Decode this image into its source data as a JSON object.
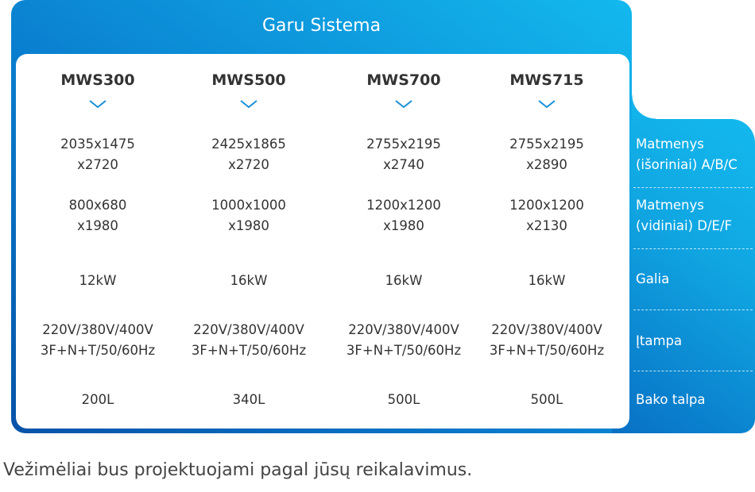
{
  "title": "Garu Sistema",
  "models": [
    "MWS300",
    "MWS500",
    "MWS700",
    "MWS715"
  ],
  "rows": [
    {
      "label": [
        "Matmenys",
        "(išoriniai) A/B/C"
      ],
      "values": [
        [
          "2035x1475",
          "x2720"
        ],
        [
          "2425x1865",
          "x2720"
        ],
        [
          "2755x2195",
          "x2740"
        ],
        [
          "2755x2195",
          "x2890"
        ]
      ]
    },
    {
      "label": [
        "Matmenys",
        "(vidiniai) D/E/F"
      ],
      "values": [
        [
          "800x680",
          "x1980"
        ],
        [
          "1000x1000",
          "x1980"
        ],
        [
          "1200x1200",
          "x1980"
        ],
        [
          "1200x1200",
          "x2130"
        ]
      ]
    },
    {
      "label": [
        "Galia"
      ],
      "values": [
        [
          "12kW"
        ],
        [
          "16kW"
        ],
        [
          "16kW"
        ],
        [
          "16kW"
        ]
      ]
    },
    {
      "label": [
        "Įtampa"
      ],
      "values": [
        [
          "220V/380V/400V",
          "3F+N+T/50/60Hz"
        ],
        [
          "220V/380V/400V",
          "3F+N+T/50/60Hz"
        ],
        [
          "220V/380V/400V",
          "3F+N+T/50/60Hz"
        ],
        [
          "220V/380V/400V",
          "3F+N+T/50/60Hz"
        ]
      ]
    },
    {
      "label": [
        "Bako talpa"
      ],
      "values": [
        [
          "200L"
        ],
        [
          "340L"
        ],
        [
          "500L"
        ],
        [
          "500L"
        ]
      ]
    }
  ],
  "footer": "Vežimėliai bus projektuojami pagal jūsų reikalavimus."
}
